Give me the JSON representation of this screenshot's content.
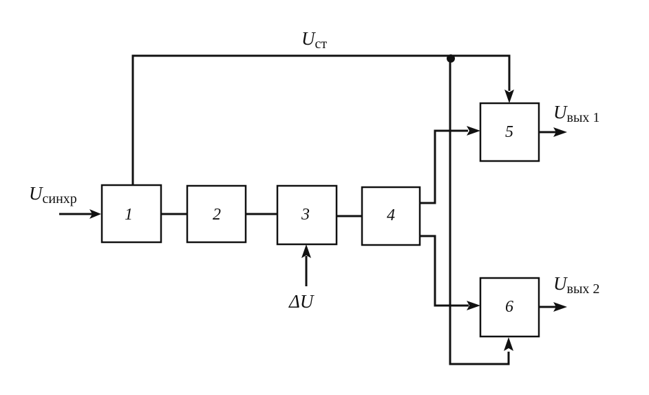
{
  "blocks": [
    {
      "id": "1",
      "label": "1"
    },
    {
      "id": "2",
      "label": "2"
    },
    {
      "id": "3",
      "label": "3"
    },
    {
      "id": "4",
      "label": "4"
    },
    {
      "id": "5",
      "label": "5"
    },
    {
      "id": "6",
      "label": "6"
    }
  ],
  "signals": {
    "u_synch": {
      "symbol": "U",
      "subscript": "синхр"
    },
    "u_st": {
      "symbol": "U",
      "subscript": "ст"
    },
    "delta_u": {
      "symbol": "ΔU"
    },
    "u_out1": {
      "symbol": "U",
      "subscript": "вых 1"
    },
    "u_out2": {
      "symbol": "U",
      "subscript": "вых 2"
    }
  },
  "colors": {
    "ink": "#111111",
    "background": "#ffffff"
  }
}
